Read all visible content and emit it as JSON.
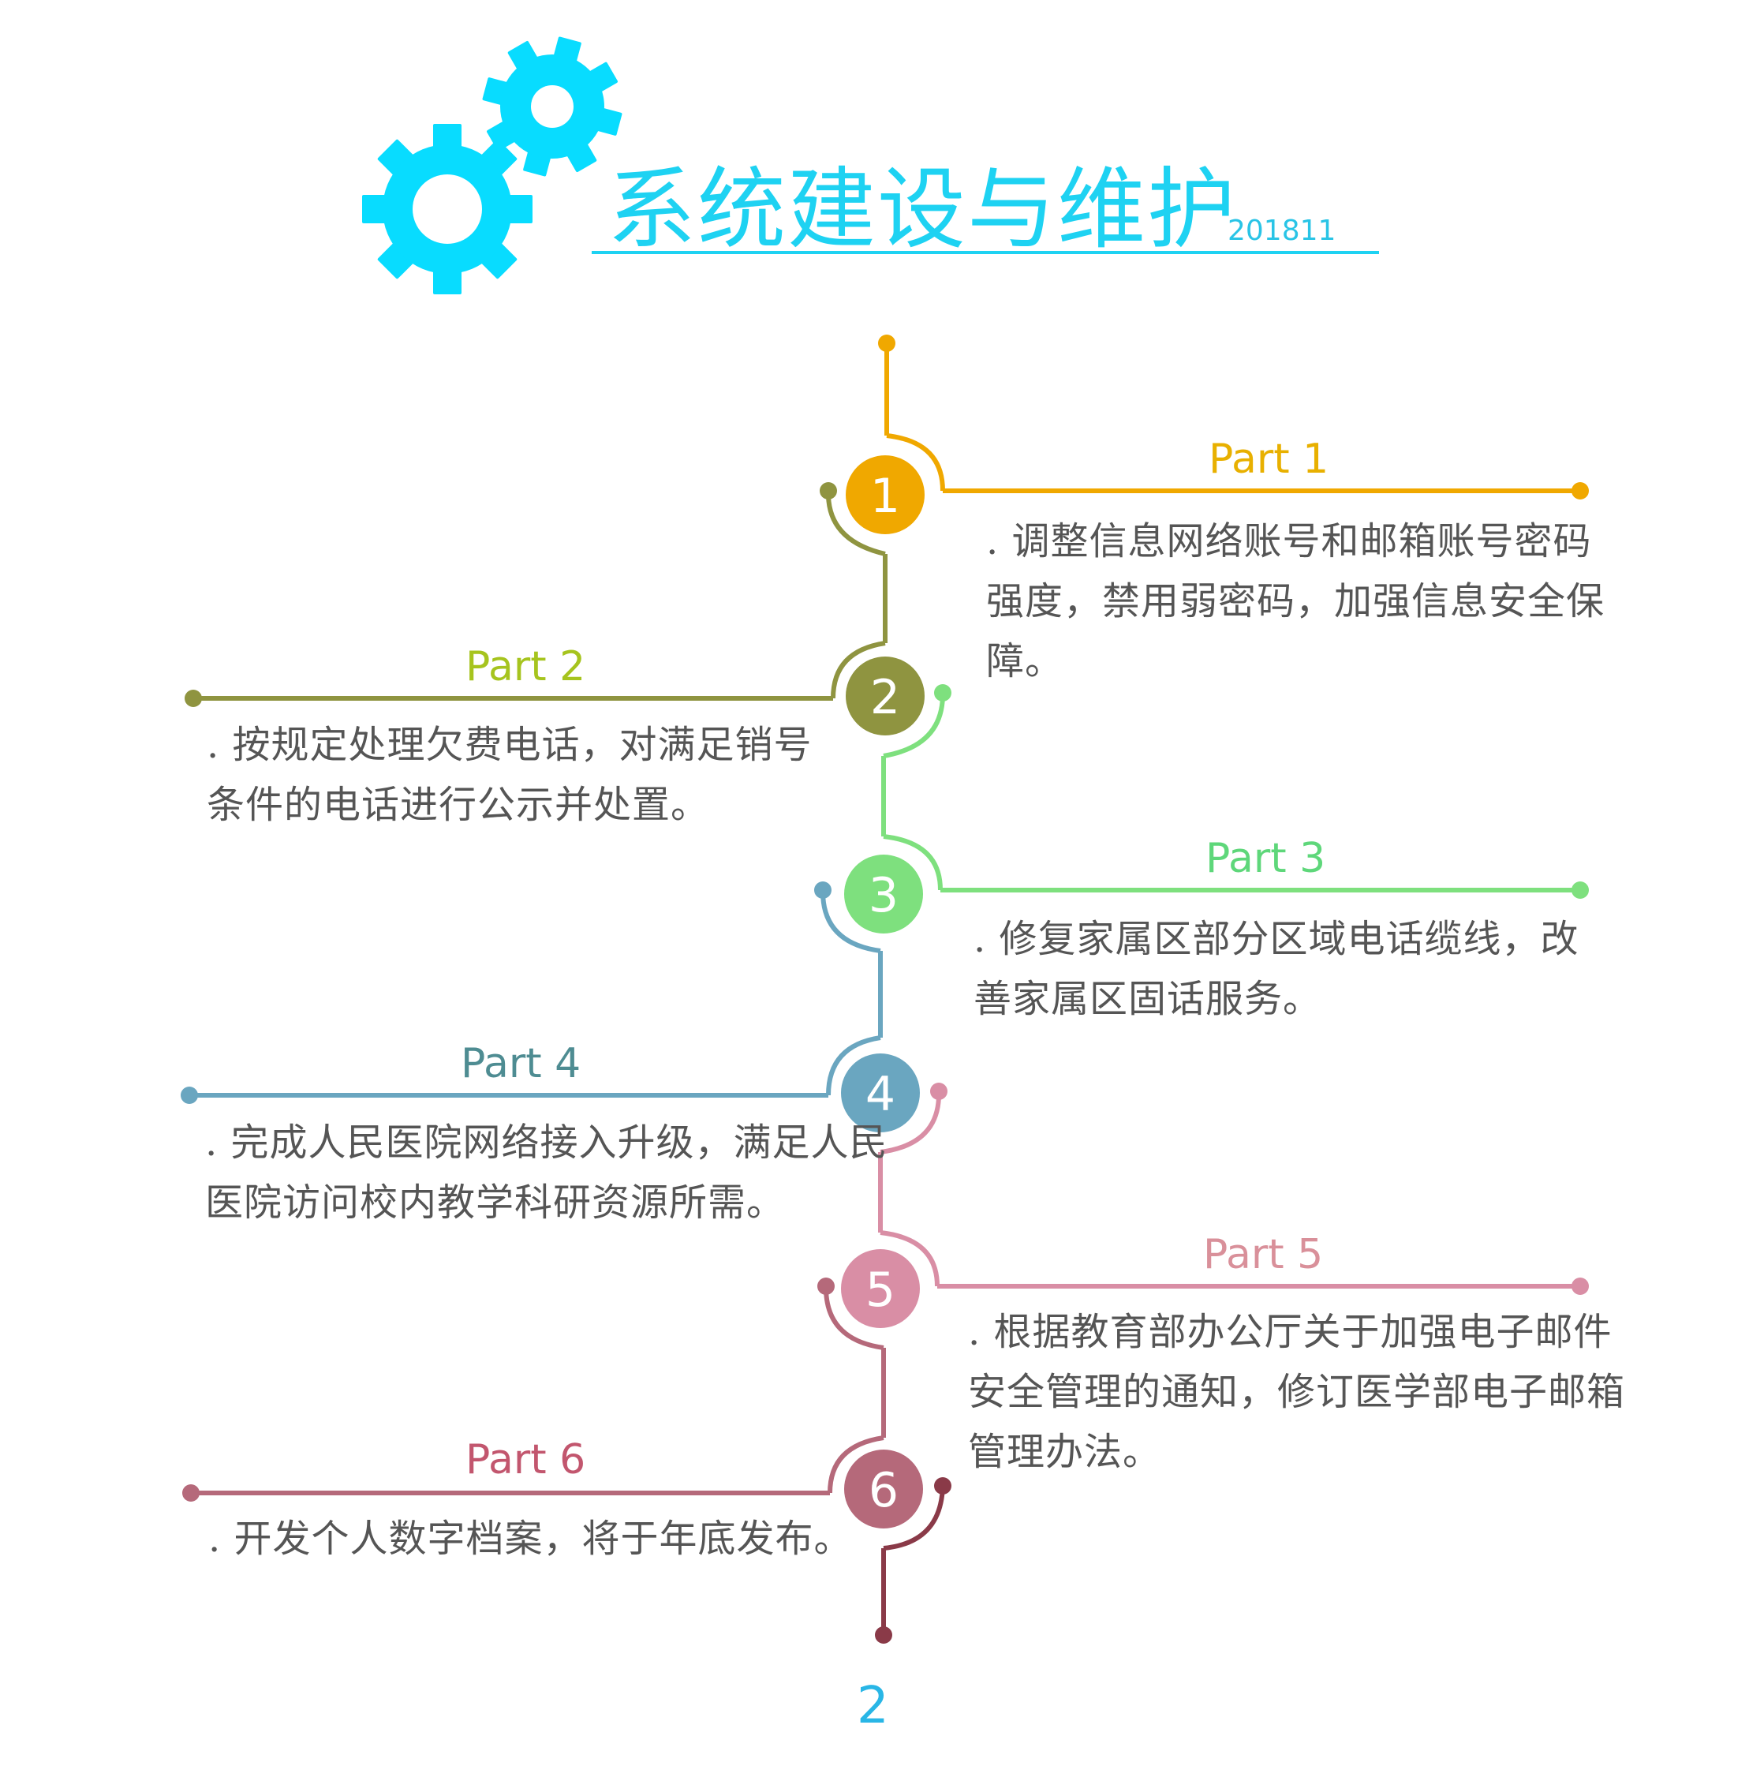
{
  "header": {
    "title": "系统建设与维护",
    "date": "201811"
  },
  "colors": {
    "accent": "#00d8ff",
    "part1": "#f0a800",
    "part2": "#8f9440",
    "part3": "#7ee07e",
    "part4": "#6aa6c0",
    "part5": "#d98ea5",
    "part6": "#b5697a",
    "text": "#555555"
  },
  "icons": [
    "gear-icon-large",
    "gear-icon-small"
  ],
  "parts": [
    {
      "number": "1",
      "title": "Part 1",
      "desc": ". 调整信息网络账号和邮箱账号密码强度，禁用弱密码，加强信息安全保障。"
    },
    {
      "number": "2",
      "title": "Part 2",
      "desc": ". 按规定处理欠费电话，对满足销号条件的电话进行公示并处置。"
    },
    {
      "number": "3",
      "title": "Part 3",
      "desc": ". 修复家属区部分区域电话缆线，改善家属区固话服务。"
    },
    {
      "number": "4",
      "title": "Part 4",
      "desc": ". 完成人民医院网络接入升级，满足人民医院访问校内教学科研资源所需。"
    },
    {
      "number": "5",
      "title": "Part 5",
      "desc": ". 根据教育部办公厅关于加强电子邮件安全管理的通知，修订医学部电子邮箱管理办法。"
    },
    {
      "number": "6",
      "title": "Part 6",
      "desc": ". 开发个人数字档案，将于年底发布。"
    }
  ],
  "page_number": "2"
}
